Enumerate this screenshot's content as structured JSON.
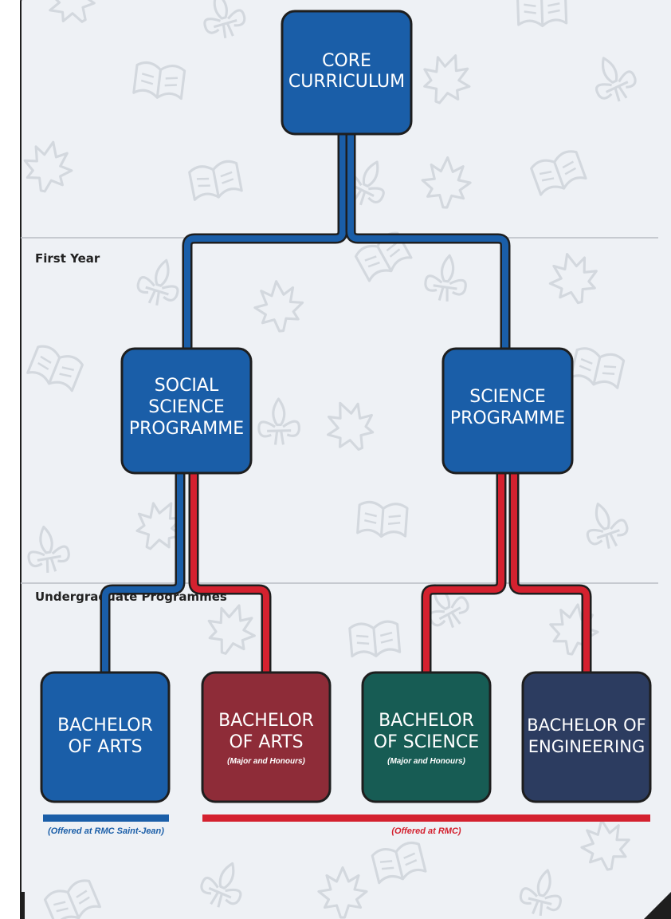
{
  "colors": {
    "background": "#eef1f5",
    "pattern": "#d3d8de",
    "blue_path": "#1a5ea8",
    "red_path": "#d4212f",
    "node_blue": "#1a5ea8",
    "node_red": "#8e2c38",
    "node_green": "#175c54",
    "node_navy": "#2c3c60",
    "outline": "#1e1e1e",
    "divider": "#b9bec4"
  },
  "sections": {
    "first_year": "First Year",
    "undergraduate": "Undergraduate Programmes"
  },
  "nodes": {
    "core": {
      "lines": [
        "CORE",
        "CURRICULUM"
      ],
      "sub": ""
    },
    "social_science": {
      "lines": [
        "SOCIAL",
        "SCIENCE",
        "PROGRAMME"
      ],
      "sub": ""
    },
    "science": {
      "lines": [
        "SCIENCE",
        "PROGRAMME"
      ],
      "sub": ""
    },
    "ba_saint_jean": {
      "lines": [
        "BACHELOR",
        "OF ARTS"
      ],
      "sub": ""
    },
    "ba_rmc": {
      "lines": [
        "BACHELOR",
        "OF ARTS"
      ],
      "sub": "(Major and Honours)"
    },
    "bsc": {
      "lines": [
        "BACHELOR",
        "OF SCIENCE"
      ],
      "sub": "(Major and Honours)"
    },
    "beng": {
      "lines": [
        "BACHELOR OF",
        "ENGINEERING"
      ],
      "sub": ""
    }
  },
  "notes": {
    "saint_jean": "(Offered at RMC Saint-Jean)",
    "rmc": "(Offered at RMC)"
  },
  "decorations": [
    "maple-leaf-icon",
    "book-icon",
    "fleur-de-lis-icon"
  ]
}
